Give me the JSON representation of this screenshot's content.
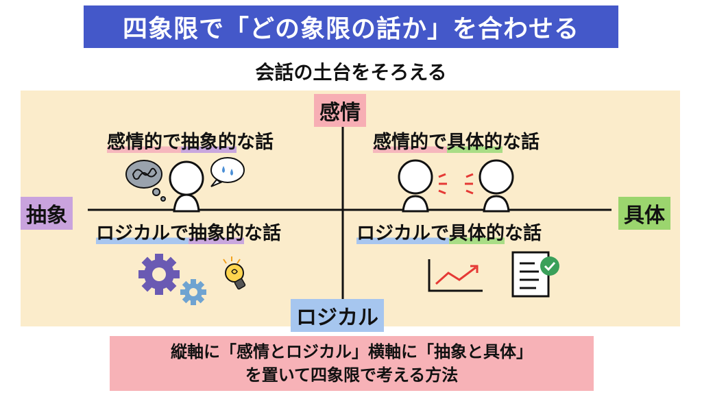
{
  "title": "四象限で「どの象限の話か」を合わせる",
  "subtitle": "会話の土台をそろえる",
  "axes": {
    "top": "感情",
    "bottom": "ロジカル",
    "left": "抽象",
    "right": "具体"
  },
  "quadrants": {
    "top_left": {
      "part1": "感情的で",
      "part2": "抽象的",
      "part3": "な話"
    },
    "top_right": {
      "part1": "感情的で",
      "part2": "具体的",
      "part3": "な話"
    },
    "bottom_left": {
      "part1": "ロジカルで",
      "part2": "抽象的",
      "part3": "な話"
    },
    "bottom_right": {
      "part1": "ロジカルで",
      "part2": "具体的",
      "part3": "な話"
    }
  },
  "footer": {
    "line1": "縦軸に「感情とロジカル」横軸に「抽象と具体」",
    "line2": "を置いて四象限で考える方法"
  },
  "colors": {
    "title_bg": "#4458c9",
    "panel_bg": "#fbeccb",
    "emotion": "#f7aeb4",
    "logical": "#a6c6ef",
    "abstract": "#c9a3dd",
    "concrete": "#9bd56e",
    "footer_bg": "#f7b2b7"
  }
}
